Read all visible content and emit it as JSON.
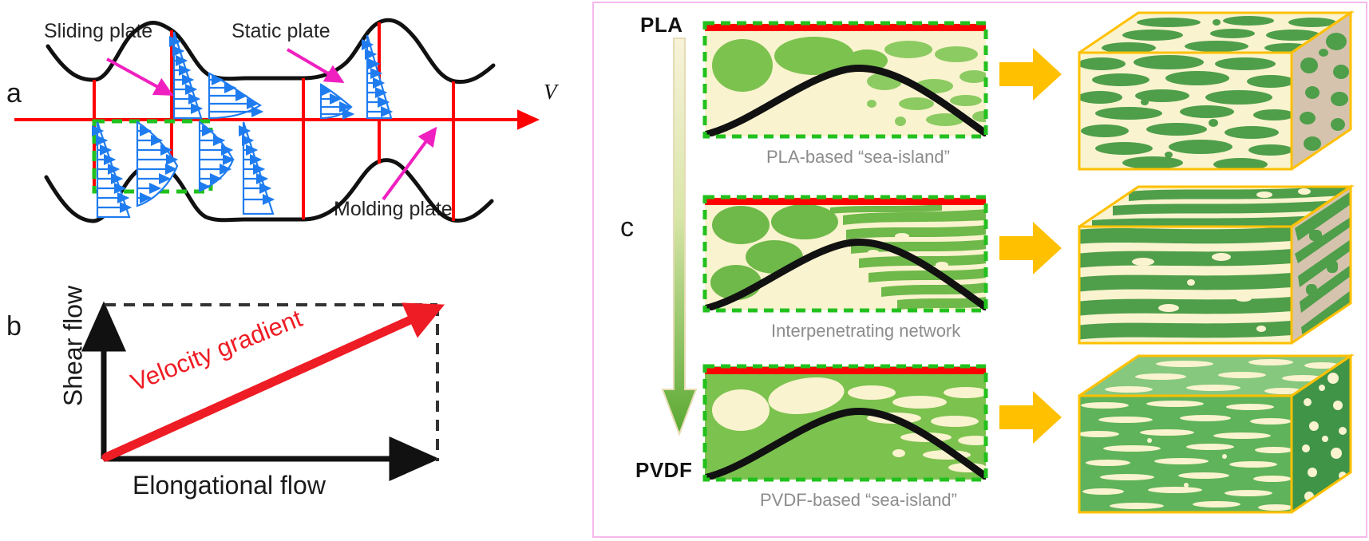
{
  "figure": {
    "panels": [
      {
        "letter": "a",
        "name": "shear-elongation-plates"
      },
      {
        "letter": "b",
        "name": "velocity-gradient-plot"
      },
      {
        "letter": "c",
        "name": "morphology-evolution"
      }
    ]
  },
  "panel_a": {
    "letter": "a",
    "labels": {
      "sliding_plate": "Sliding plate",
      "static_plate": "Static plate",
      "molding_plate": "Molding plate",
      "velocity": "V"
    },
    "colors": {
      "plate_line": "#000000",
      "reference_line": "#ff0000",
      "velocity_profile": "#1f7cf0",
      "callout_arrow": "#f020c0",
      "highlight_box": "#22c11e"
    }
  },
  "panel_b": {
    "letter": "b",
    "y_axis_label": "Shear flow",
    "x_axis_label": "Elongational flow",
    "diagonal_label": "Velocity gradient",
    "colors": {
      "axis": "#111111",
      "arrow": "#ee1c24",
      "dashed": "#333333"
    },
    "chart_data": {
      "type": "line",
      "title": "",
      "xlabel": "Elongational flow",
      "ylabel": "Shear flow",
      "annotations": [
        "Velocity gradient"
      ],
      "series": [
        {
          "name": "Velocity gradient",
          "x": [
            0,
            1
          ],
          "y": [
            0,
            1
          ],
          "color": "#ee1c24"
        }
      ],
      "xlim": [
        0,
        1
      ],
      "ylim": [
        0,
        1
      ],
      "grid": false,
      "legend": "none"
    }
  },
  "panel_c": {
    "letter": "c",
    "gradient_top_label": "PLA",
    "gradient_bottom_label": "PVDF",
    "rows": [
      {
        "caption": "PLA-based “sea-island”",
        "matrix": "PLA",
        "domain": "PVDF",
        "sea_color": "#faf3cf",
        "island_color": "#7cc24f",
        "cube_front_bg": "#faf3cf",
        "cube_top_bg": "#faf3cf",
        "cube_side_bg": "#d6c3ae",
        "cube_edge": "#ffc000"
      },
      {
        "caption": "Interpenetrating network",
        "matrix": "co-continuous",
        "domain": "co-continuous",
        "sea_color": "#faf3cf",
        "island_color": "#6fb84a",
        "cube_front_bg": "#faf3cf",
        "cube_top_bg": "#faf3cf",
        "cube_side_bg": "#d6c3ae",
        "cube_edge": "#ffc000"
      },
      {
        "caption": "PVDF-based “sea-island”",
        "matrix": "PVDF",
        "domain": "PLA",
        "sea_color": "#7cc24f",
        "island_color": "#faf3cf",
        "cube_front_bg": "#5fb35a",
        "cube_top_bg": "#86c87e",
        "cube_side_bg": "#3f9448",
        "cube_edge": "#ffc000"
      }
    ],
    "colors": {
      "border": "#f4b8ec",
      "arrow": "#ffc000",
      "red_bar": "#ff0000",
      "dashed_box": "#22c11e",
      "mold_line": "#111111",
      "gradient_arrow_from": "#f7f1d6",
      "gradient_arrow_to": "#5aa832"
    }
  }
}
